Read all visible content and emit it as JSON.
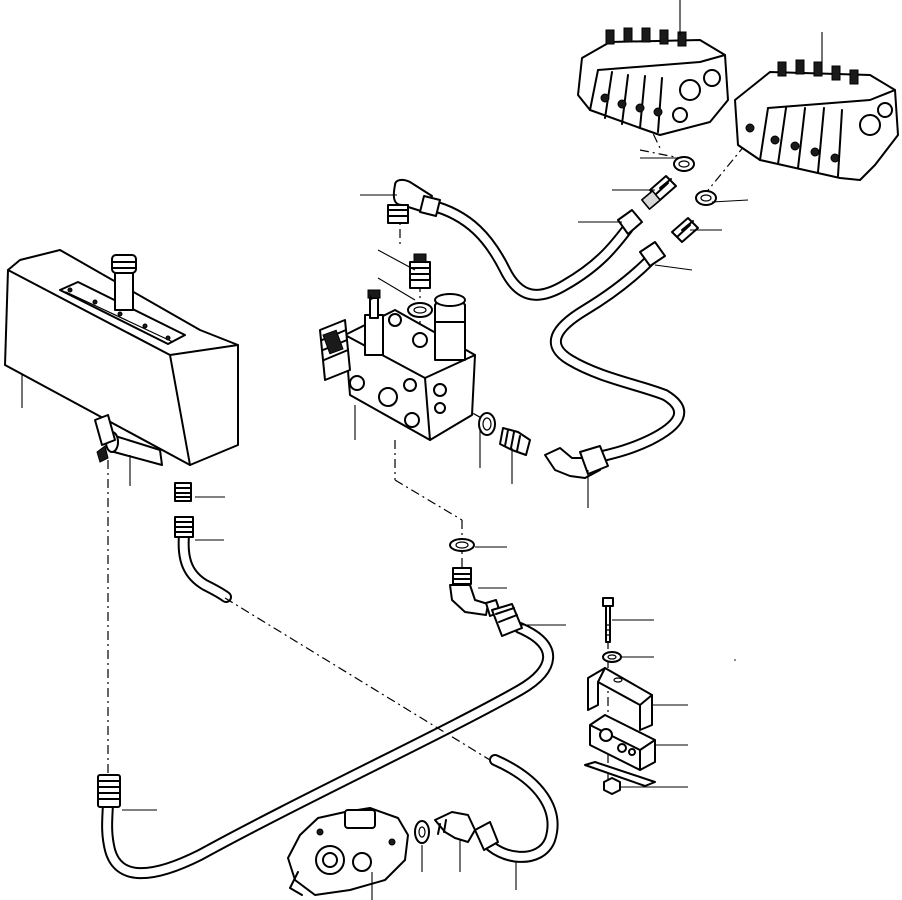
{
  "diagram": {
    "kind": "exploded-parts-view",
    "line_color": "#000000",
    "background": "#ffffff",
    "components": [
      "control-valve-left",
      "control-valve-right",
      "hydraulic-tank",
      "valve-block",
      "hydraulic-pump",
      "mounting-bracket",
      "hose-lines",
      "fittings",
      "o-rings",
      "bolt",
      "washer",
      "nut"
    ]
  }
}
